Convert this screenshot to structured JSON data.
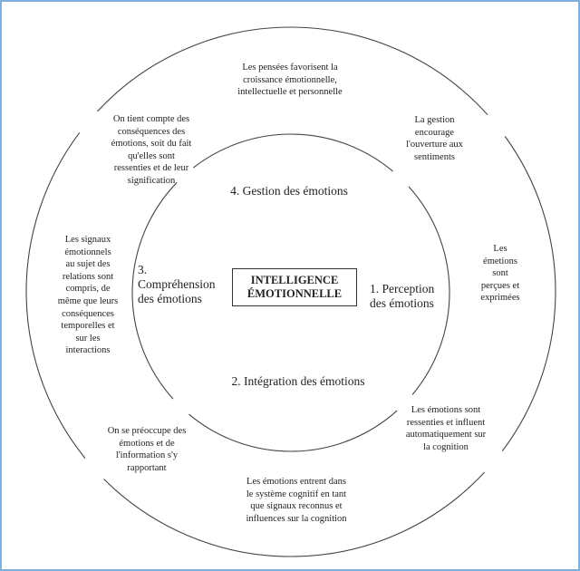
{
  "center_label": "INTELLIGENCE\nÉMOTIONNELLE",
  "branches": {
    "perception": "1. Perception\ndes émotions",
    "integration": "2. Intégration des émotions",
    "comprehension": "3.\nCompréhension\ndes émotions",
    "gestion": "4. Gestion des émotions"
  },
  "outer_notes": {
    "top": "Les pensées favorisent la\ncroissance émotionnelle,\nintellectuelle et personnelle",
    "top_left": "On tient compte des\nconséquences des\némotions, soit du fait\nqu'elles sont\nressenties et de leur\nsignification",
    "top_right": "La gestion\nencourage\nl'ouverture aux\nsentiments",
    "left": "Les signaux\némotionnels\nau sujet des\nrelations sont\ncompris, de\nmême que leurs\nconséquences\ntemporelles et\nsur les\ninteractions",
    "right": "Les\németions\nsont\nperçues et\nexprimées",
    "bottom_left": "On se préoccupe des\némotions et de\nl'information s'y\nrapportant",
    "bottom_right": "Les émotions sont\nressenties et influent\nautomatiquement sur\nla cognition",
    "bottom": "Les émotions entrent dans\nle système cognitif en tant\nque signaux reconnus et\ninfluences sur la cognition"
  },
  "colors": {
    "frame": "#7fb0dc",
    "line": "#444444"
  }
}
